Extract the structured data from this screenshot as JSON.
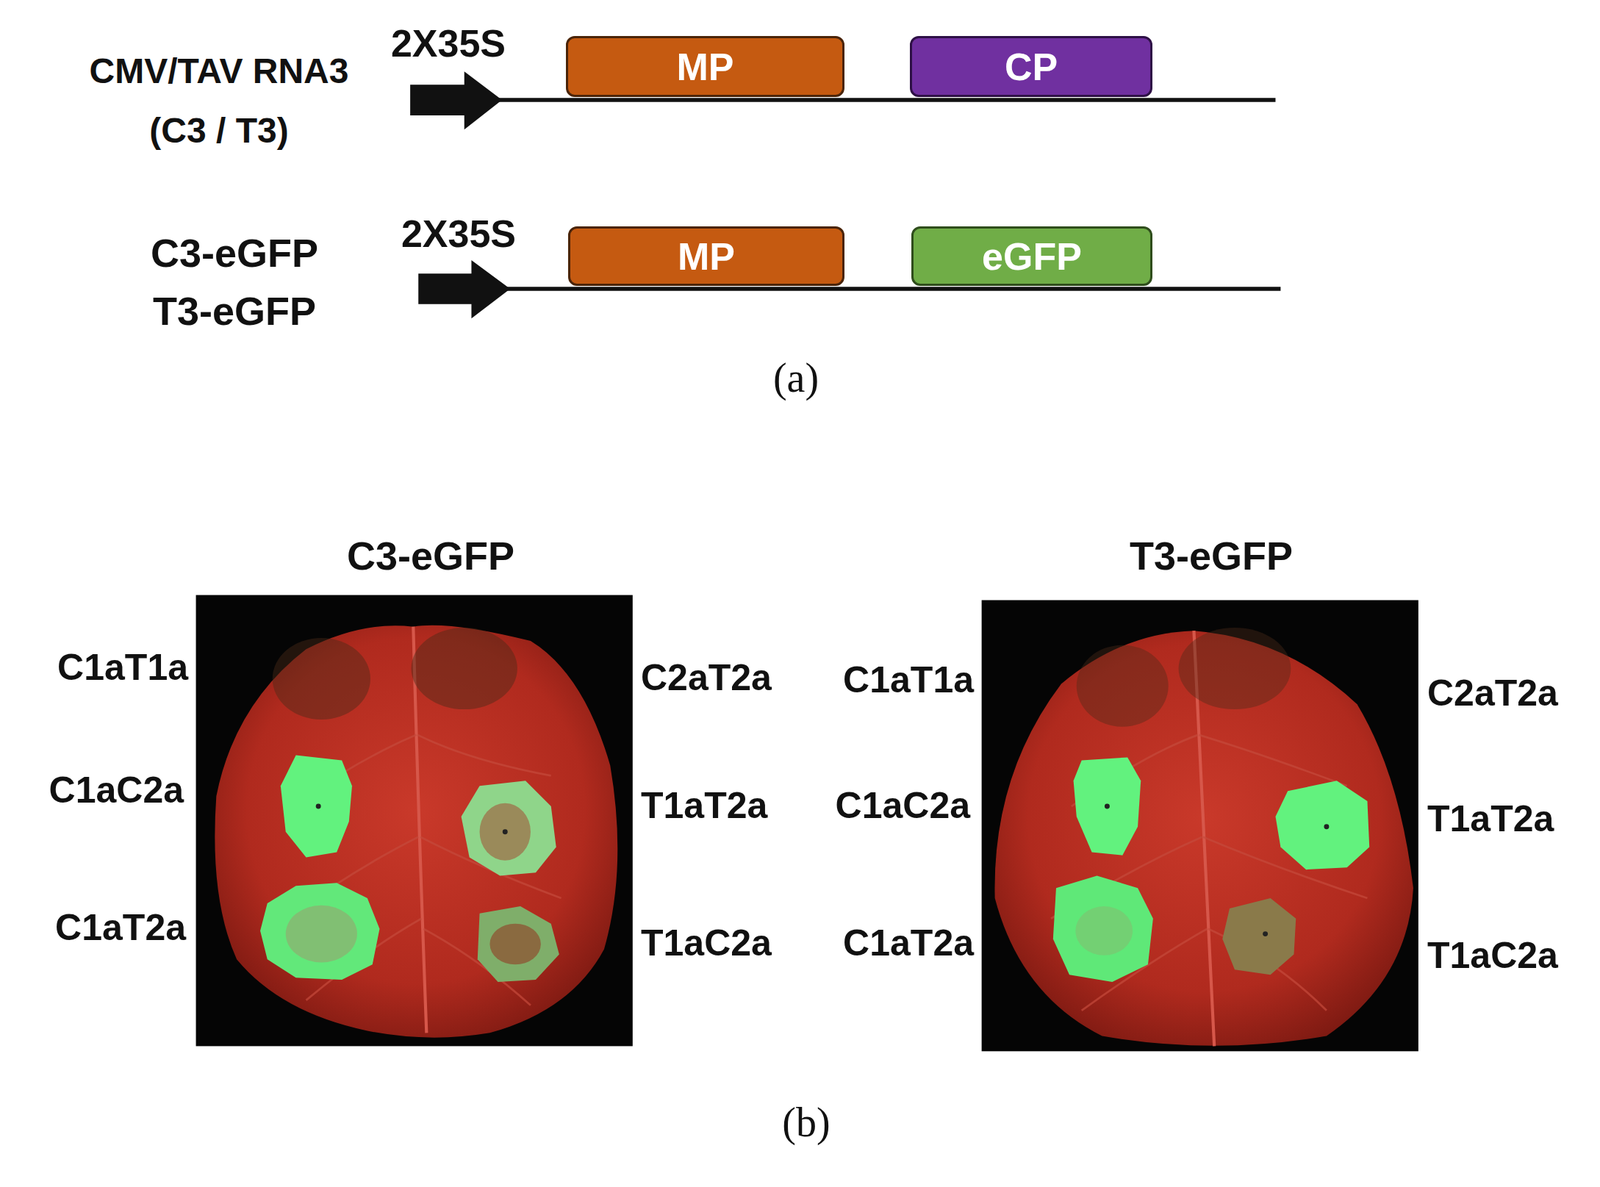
{
  "diagram": {
    "nodes": [
      {
        "text": [
          "MP"
        ]
      },
      {
        "text": [
          "CP"
        ]
      },
      {
        "text": [
          "MP"
        ]
      },
      {
        "text": [
          "eGFP"
        ]
      }
    ],
    "labels": [
      "CMV/TAV RNA3 (C3 / T3)",
      "2X35S",
      "C3-eGFP",
      "T3-eGFP",
      "2X35S",
      "(a)",
      "C3-eGFP",
      "T3-eGFP",
      "C1aT1a",
      "C1aC2a",
      "C1aT2a",
      "C2aT2a",
      "T1aT2a",
      "T1aC2a",
      "C1aT1a",
      "C1aC2a",
      "C1aT2a",
      "C2aT2a",
      "T1aT2a",
      "T1aC2a",
      "(b)"
    ]
  }
}
